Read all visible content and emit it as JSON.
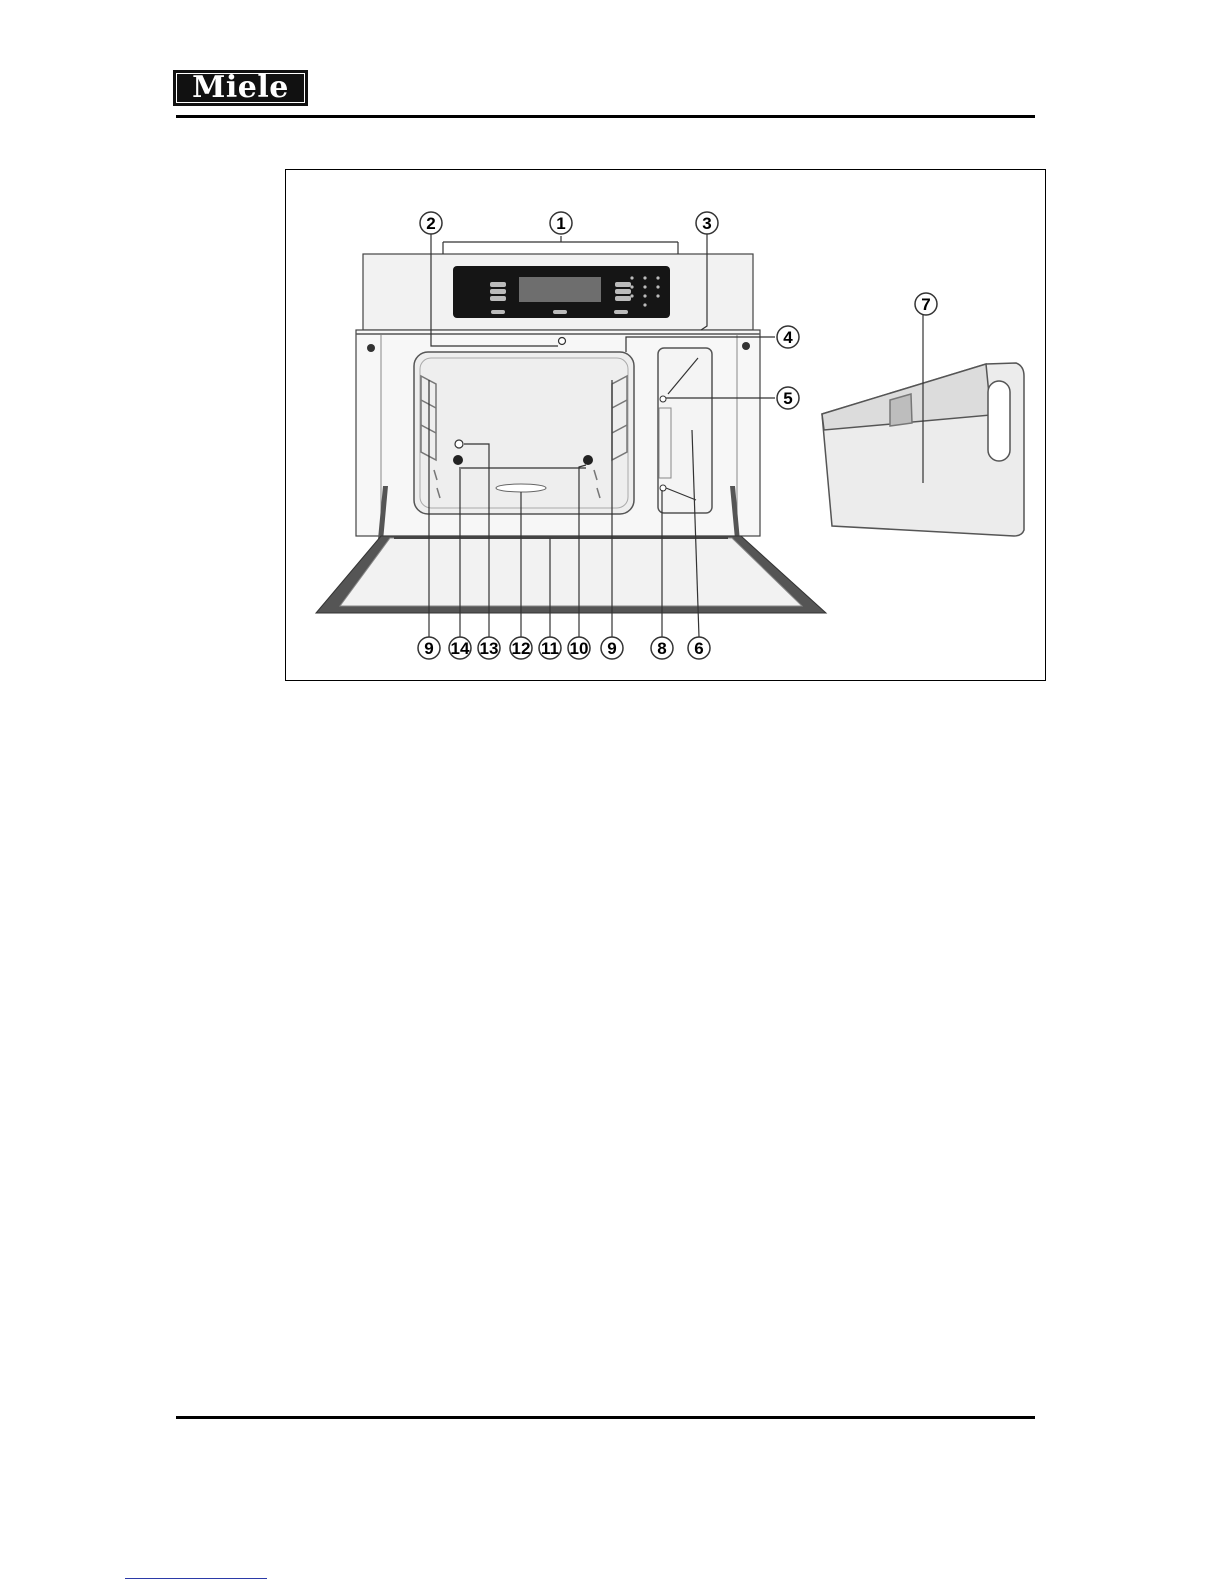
{
  "header": {
    "logo_text": "Miele"
  },
  "figure": {
    "callouts": {
      "c1": "1",
      "c2": "2",
      "c3": "3",
      "c4": "4",
      "c5": "5",
      "c6": "6",
      "c7": "7",
      "c8": "8",
      "c9a": "9",
      "c9b": "9",
      "c10": "10",
      "c11": "11",
      "c12": "12",
      "c13": "13",
      "c14": "14"
    }
  }
}
